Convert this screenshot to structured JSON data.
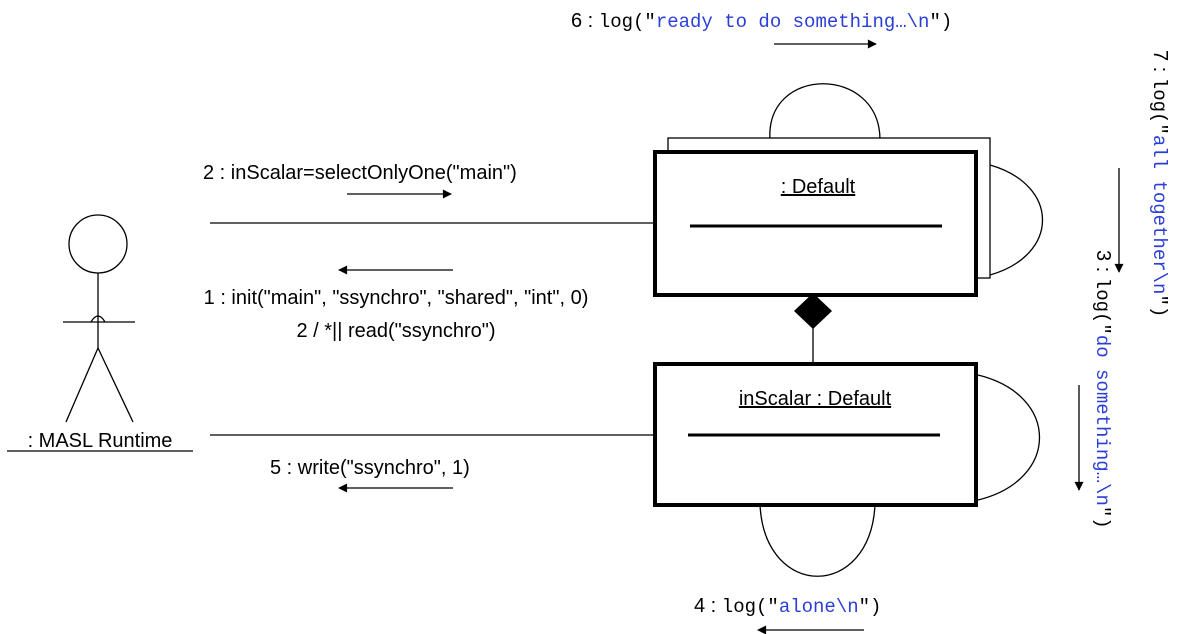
{
  "actor": {
    "label": ": MASL Runtime"
  },
  "objects": {
    "default": {
      "label": ":  Default"
    },
    "in_scalar": {
      "label": "inScalar :  Default"
    }
  },
  "messages": {
    "m2": {
      "text": "2 : inScalar=selectOnlyOne(\"main\")"
    },
    "m1": {
      "line1": "1 : init(\"main\", \"ssynchro\", \"shared\", \"int\", 0)",
      "line2": "2 / *|| read(\"ssynchro\")"
    },
    "m5": {
      "text": "5 : write(\"ssynchro\", 1)"
    },
    "m6": {
      "num": "6",
      "sep": " : ",
      "fn": "log(\"",
      "arg": "ready to do something…\\n",
      "close": "\")"
    },
    "m4": {
      "num": "4",
      "sep": " : ",
      "fn": "log(\"",
      "arg": "alone\\n",
      "close": "\")"
    },
    "m7": {
      "num": "7",
      "sep": " : ",
      "fn": "log(\"",
      "arg": "all together\\n",
      "close": "\")"
    },
    "m3": {
      "num": "3",
      "sep": " : ",
      "fn": "log(\"",
      "arg": "do something…\\n",
      "close": "\")"
    }
  },
  "colors": {
    "line": "#000000",
    "string_literal": "#2b3fd8"
  }
}
